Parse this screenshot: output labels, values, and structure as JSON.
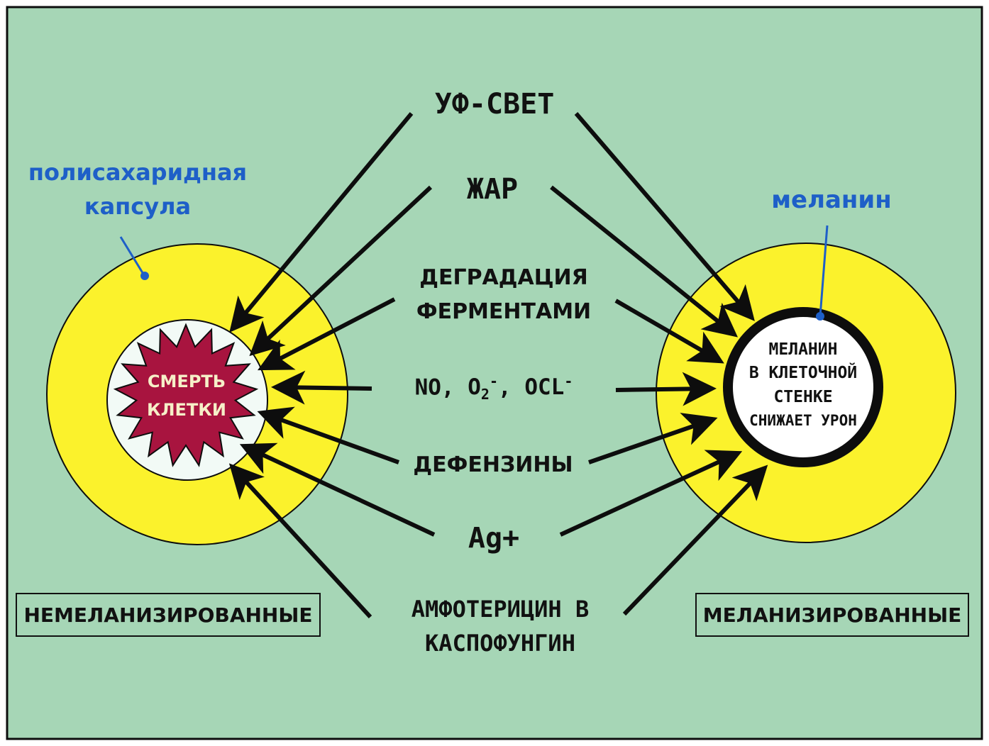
{
  "factors": {
    "uv": "УФ-СВЕТ",
    "heat": "ЖАР",
    "enzymes_line1": "ДЕГРАДАЦИЯ",
    "enzymes_line2": "ФЕРМЕНТАМИ",
    "oxidants": {
      "no": "NO,",
      "o": "O",
      "o_sub": "2",
      "o_sup": "-",
      "sep": ",",
      "ocl": "OCL",
      "ocl_sup": "-"
    },
    "defensins": "ДЕФЕНЗИНЫ",
    "silver": "Ag+",
    "drugs_line1": "АМФОТЕРИЦИН В",
    "drugs_line2": "КАСПОФУНГИН"
  },
  "left_cell": {
    "capsule_label_line1": "полисахаридная",
    "capsule_label_line2": "капсула",
    "death_line1": "СМЕРТЬ",
    "death_line2": "КЛЕТКИ",
    "caption": "НЕМЕЛАНИЗИРОВАННЫЕ"
  },
  "right_cell": {
    "melanin_label": "меланин",
    "inner_line1": "МЕЛАНИН",
    "inner_line2": "В КЛЕТОЧНОЙ",
    "inner_line3": "СТЕНКЕ",
    "inner_line4": "СНИЖАЕТ УРОН",
    "caption": "МЕЛАНИЗИРОВАННЫЕ"
  },
  "colors": {
    "background": "#a6d6b6",
    "capsule_yellow": "#fbf22c",
    "death_star": "#a8143f",
    "inner_cell": "#f2faf6",
    "melanin_ring": "#0d0d0d",
    "label_blue": "#1e5fc8"
  }
}
